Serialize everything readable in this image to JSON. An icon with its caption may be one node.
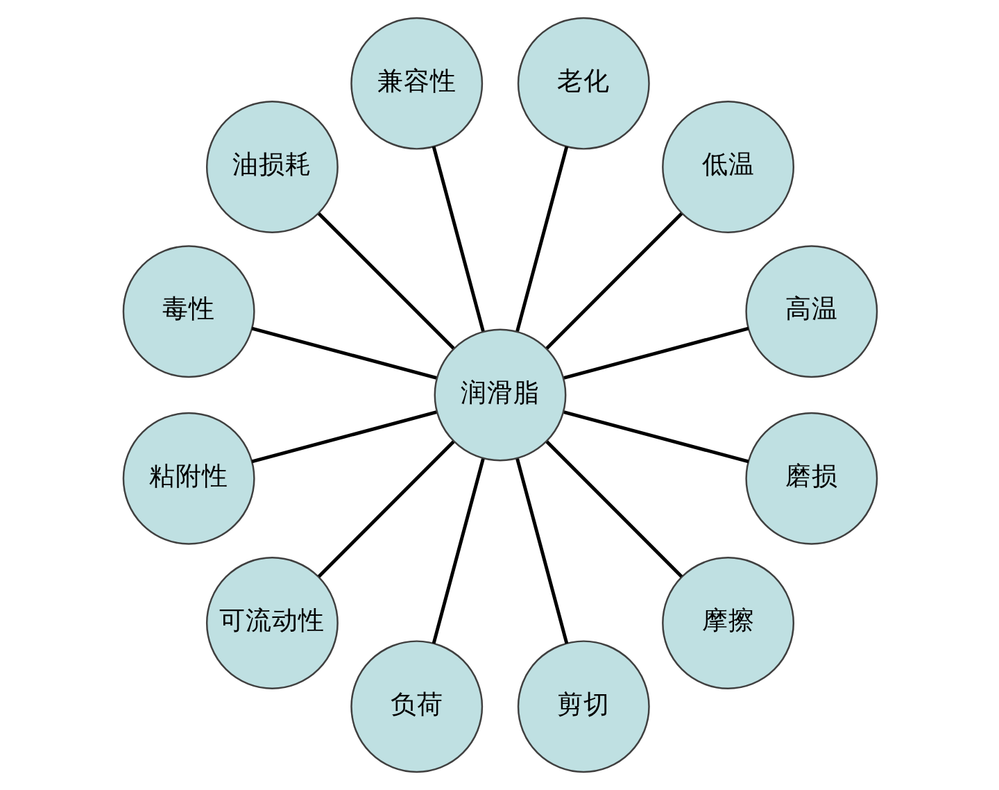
{
  "diagram": {
    "nodes": [
      {
        "text": [
          "润滑脂"
        ]
      },
      {
        "text": [
          "高温"
        ]
      },
      {
        "text": [
          "低温"
        ]
      },
      {
        "text": [
          "老化"
        ]
      },
      {
        "text": [
          "兼容性"
        ]
      },
      {
        "text": [
          "油损耗"
        ]
      },
      {
        "text": [
          "毒性"
        ]
      },
      {
        "text": [
          "粘附性"
        ]
      },
      {
        "text": [
          "可流动性"
        ]
      },
      {
        "text": [
          "负荷"
        ]
      },
      {
        "text": [
          "剪切"
        ]
      },
      {
        "text": [
          "摩擦"
        ]
      },
      {
        "text": [
          "磨损"
        ]
      }
    ],
    "edges": [
      {
        "from": 0,
        "to": 1,
        "arrow": "none"
      },
      {
        "from": 0,
        "to": 2,
        "arrow": "none"
      },
      {
        "from": 0,
        "to": 3,
        "arrow": "none"
      },
      {
        "from": 0,
        "to": 4,
        "arrow": "none"
      },
      {
        "from": 0,
        "to": 5,
        "arrow": "none"
      },
      {
        "from": 0,
        "to": 6,
        "arrow": "none"
      },
      {
        "from": 0,
        "to": 7,
        "arrow": "none"
      },
      {
        "from": 0,
        "to": 8,
        "arrow": "none"
      },
      {
        "from": 0,
        "to": 9,
        "arrow": "none"
      },
      {
        "from": 0,
        "to": 10,
        "arrow": "none"
      },
      {
        "from": 0,
        "to": 11,
        "arrow": "none"
      },
      {
        "from": 0,
        "to": 12,
        "arrow": "none"
      }
    ]
  }
}
